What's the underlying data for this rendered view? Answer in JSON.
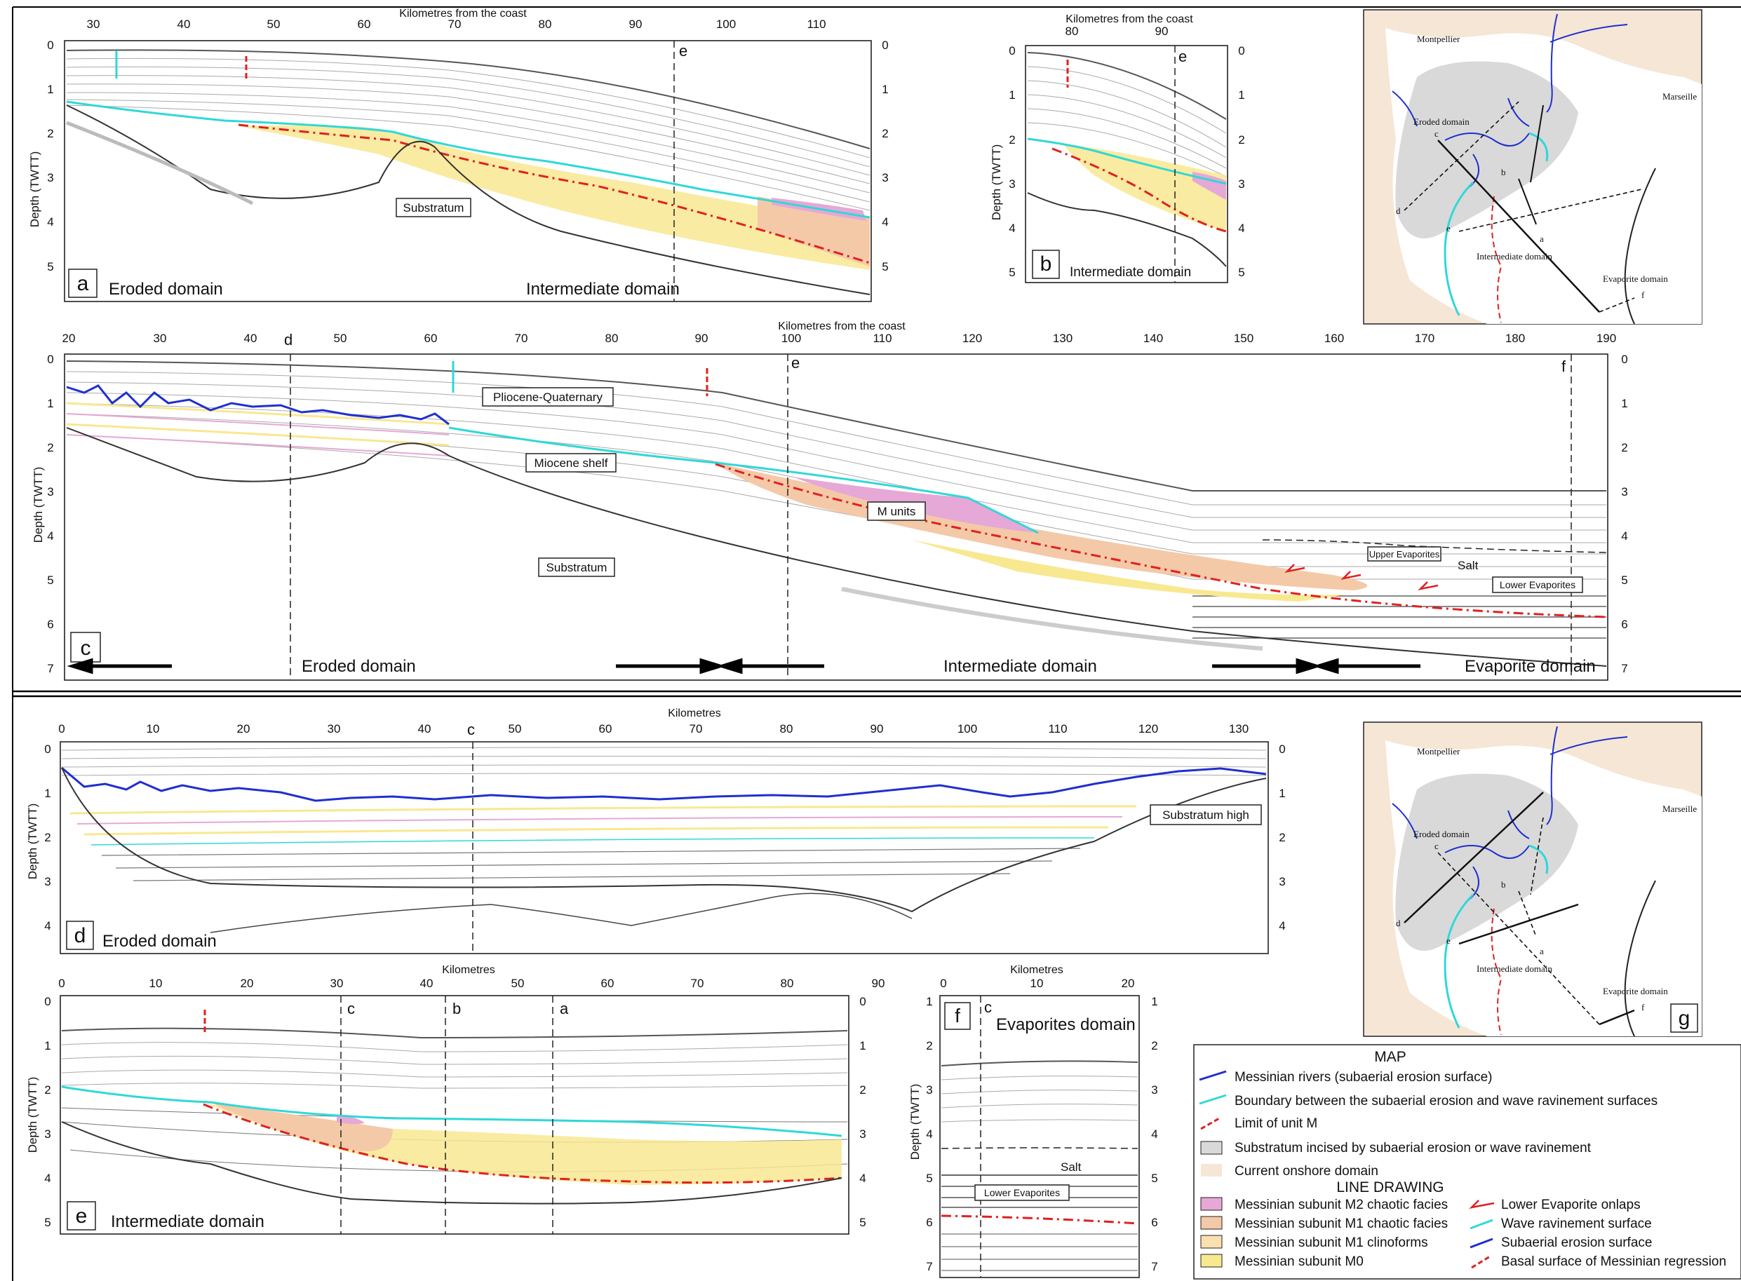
{
  "panels": {
    "a": {
      "letter": "a",
      "x_title": "Kilometres from the coast",
      "x_ticks": [
        "30",
        "40",
        "50",
        "60",
        "70",
        "80",
        "90",
        "100",
        "110"
      ],
      "depth_label": "Depth (TWTT)",
      "depth_ticks": [
        "0",
        "1",
        "2",
        "3",
        "4",
        "5"
      ],
      "marker_e": "e",
      "label_substratum": "Substratum",
      "domain_left": "Eroded domain",
      "domain_right": "Intermediate domain"
    },
    "b": {
      "letter": "b",
      "x_title": "Kilometres from the coast",
      "x_ticks": [
        "80",
        "90"
      ],
      "depth_label": "Depth (TWTT)",
      "depth_ticks": [
        "0",
        "1",
        "2",
        "3",
        "4",
        "5"
      ],
      "marker_e": "e",
      "domain": "Intermediate domain"
    },
    "c": {
      "letter": "c",
      "x_title": "Kilometres from the coast",
      "x_ticks": [
        "20",
        "30",
        "40",
        "50",
        "60",
        "70",
        "80",
        "90",
        "100",
        "110",
        "120",
        "130",
        "140",
        "150",
        "160",
        "170",
        "180",
        "190"
      ],
      "depth_label": "Depth (TWTT)",
      "depth_ticks": [
        "0",
        "1",
        "2",
        "3",
        "4",
        "5",
        "6",
        "7"
      ],
      "marker_d": "d",
      "marker_e": "e",
      "marker_f": "f",
      "label_pq": "Pliocene-Quaternary",
      "label_shelf": "Miocene shelf",
      "label_munits": "M units",
      "label_substratum": "Substratum",
      "label_upper_evap": "Upper Evaporites",
      "label_salt": "Salt",
      "label_lower_evap": "Lower Evaporites",
      "domain_left": "Eroded domain",
      "domain_mid": "Intermediate domain",
      "domain_right": "Evaporite domain"
    },
    "d": {
      "letter": "d",
      "x_title": "Kilometres",
      "x_ticks": [
        "0",
        "10",
        "20",
        "30",
        "40",
        "50",
        "60",
        "70",
        "80",
        "90",
        "100",
        "110",
        "120",
        "130"
      ],
      "depth_label": "Depth (TWTT)",
      "depth_ticks": [
        "0",
        "1",
        "2",
        "3",
        "4"
      ],
      "marker_c": "c",
      "label_high": "Substratum high",
      "domain": "Eroded domain"
    },
    "e": {
      "letter": "e",
      "x_title": "Kilometres",
      "x_ticks": [
        "0",
        "10",
        "20",
        "30",
        "40",
        "50",
        "60",
        "70",
        "80",
        "90"
      ],
      "depth_label": "Depth (TWTT)",
      "depth_ticks": [
        "0",
        "1",
        "2",
        "3",
        "4",
        "5"
      ],
      "marker_c": "c",
      "marker_b": "b",
      "marker_a": "a",
      "domain": "Intermediate domain"
    },
    "f": {
      "letter": "f",
      "x_title": "Kilometres",
      "x_ticks": [
        "0",
        "10",
        "20"
      ],
      "depth_label": "Depth (TWTT)",
      "depth_ticks": [
        "1",
        "2",
        "3",
        "4",
        "5",
        "6",
        "7"
      ],
      "marker_c": "c",
      "domain": "Evaporites domain",
      "label_salt": "Salt",
      "label_lower_evap": "Lower Evaporites"
    }
  },
  "maps": {
    "top": {
      "city_left": "Montpellier",
      "city_right": "Marseille",
      "domain_eroded": "Eroded domain",
      "domain_intermediate": "Intermediate domain",
      "domain_evaporite": "Evaporite domain",
      "line_labels": [
        "a",
        "b",
        "c",
        "d",
        "e",
        "f"
      ]
    },
    "bottom": {
      "letter": "g",
      "city_left": "Montpellier",
      "city_right": "Marseille",
      "domain_eroded": "Eroded domain",
      "domain_intermediate": "Intermediate domain",
      "domain_evaporite": "Evaporite domain",
      "line_labels": [
        "a",
        "b",
        "c",
        "d",
        "e",
        "f"
      ]
    }
  },
  "legend": {
    "map_title": "MAP",
    "map_items": [
      {
        "label": "Messinian rivers (subaerial erosion surface)",
        "color": "#1f2fd0"
      },
      {
        "label": "Boundary between the subaerial erosion and wave ravinement surfaces",
        "color": "#2fd8d8"
      },
      {
        "label": "Limit of unit M",
        "color": "#e02020"
      },
      {
        "label": "Substratum incised by subaerial erosion or wave ravinement",
        "color": "#d9d9d9"
      },
      {
        "label": "Current onshore domain",
        "color": "#f6e6d6"
      }
    ],
    "line_title": "LINE DRAWING",
    "fill_items": [
      {
        "label": "Messinian subunit M2 chaotic facies",
        "color": "#e6a8d6"
      },
      {
        "label": "Messinian subunit M1 chaotic facies",
        "color": "#f4c9a8"
      },
      {
        "label": "Messinian subunit M1 clinoforms",
        "color": "#f8e0b0"
      },
      {
        "label": "Messinian subunit M0",
        "color": "#f8e890"
      }
    ],
    "line_items": [
      {
        "label": "Lower Evaporite onlaps",
        "color": "#e02020"
      },
      {
        "label": "Wave ravinement surface",
        "color": "#2fd8d8"
      },
      {
        "label": "Subaerial erosion surface",
        "color": "#1f2fd0"
      },
      {
        "label": "Basal surface of Messinian regression",
        "color": "#e02020"
      }
    ]
  }
}
